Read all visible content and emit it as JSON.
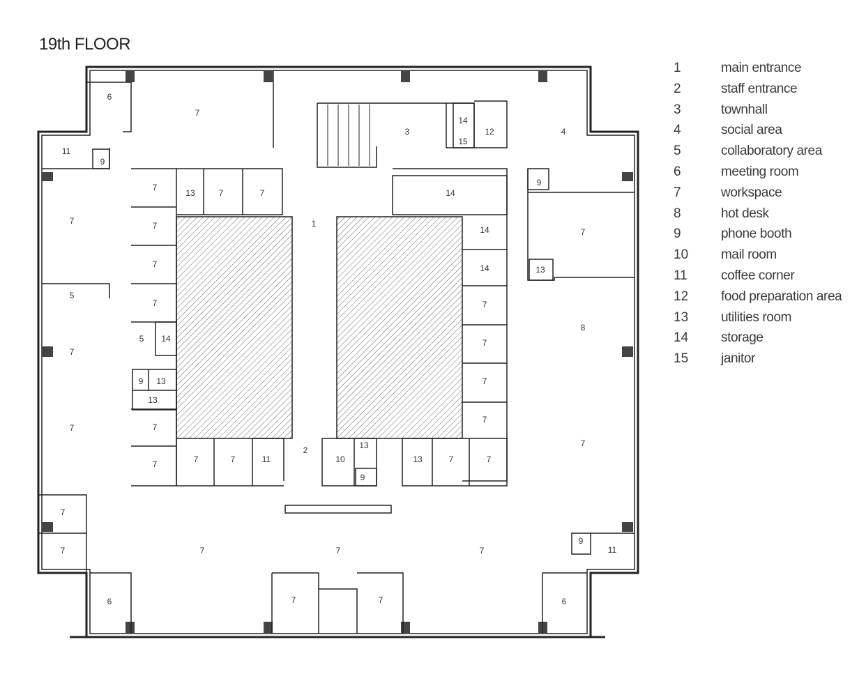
{
  "title": "19th FLOOR",
  "legend": [
    {
      "num": "1",
      "label": "main entrance"
    },
    {
      "num": "2",
      "label": "staff entrance"
    },
    {
      "num": "3",
      "label": "townhall"
    },
    {
      "num": "4",
      "label": "social area"
    },
    {
      "num": "5",
      "label": "collaboratory area"
    },
    {
      "num": "6",
      "label": "meeting room"
    },
    {
      "num": "7",
      "label": "workspace"
    },
    {
      "num": "8",
      "label": "hot desk"
    },
    {
      "num": "9",
      "label": "phone booth"
    },
    {
      "num": "10",
      "label": "mail room"
    },
    {
      "num": "11",
      "label": "coffee corner"
    },
    {
      "num": "12",
      "label": "food preparation area"
    },
    {
      "num": "13",
      "label": "utilities room"
    },
    {
      "num": "14",
      "label": "storage"
    },
    {
      "num": "15",
      "label": "janitor"
    }
  ],
  "room_labels": [
    "6",
    "7",
    "3",
    "4",
    "14",
    "12",
    "15",
    "11",
    "9",
    "7",
    "13",
    "7",
    "7",
    "14",
    "9",
    "7",
    "1",
    "7",
    "14",
    "7",
    "14",
    "7",
    "7",
    "13",
    "5",
    "7",
    "8",
    "5",
    "14",
    "7",
    "9",
    "13",
    "13",
    "7",
    "7",
    "7",
    "7",
    "7",
    "7",
    "2",
    "11",
    "10",
    "13",
    "9",
    "13",
    "7",
    "7",
    "7",
    "7",
    "7",
    "7",
    "11",
    "9",
    "7",
    "7",
    "7",
    "6",
    "7",
    "7",
    "7",
    "6"
  ],
  "colors": {
    "wall": "#222222",
    "hatch": "#555555",
    "column": "#444444"
  }
}
